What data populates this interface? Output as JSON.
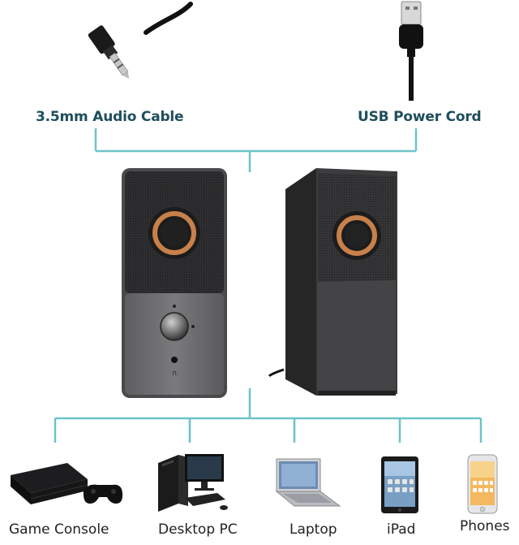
{
  "cables": {
    "audio_label": "3.5mm Audio Cable",
    "usb_label": "USB Power Cord"
  },
  "devices": [
    {
      "label": "Game Console",
      "icon": "game-console-icon"
    },
    {
      "label": "Desktop PC",
      "icon": "desktop-pc-icon"
    },
    {
      "label": "Laptop",
      "icon": "laptop-icon"
    },
    {
      "label": "iPad",
      "icon": "ipad-icon"
    },
    {
      "label": "Phones",
      "icon": "phone-icon"
    }
  ],
  "colors": {
    "connector_line": "#6cc4c8",
    "label_text": "#1f4e5c",
    "speaker_body": "#3a3a3c",
    "speaker_ring": "#c8804a"
  }
}
